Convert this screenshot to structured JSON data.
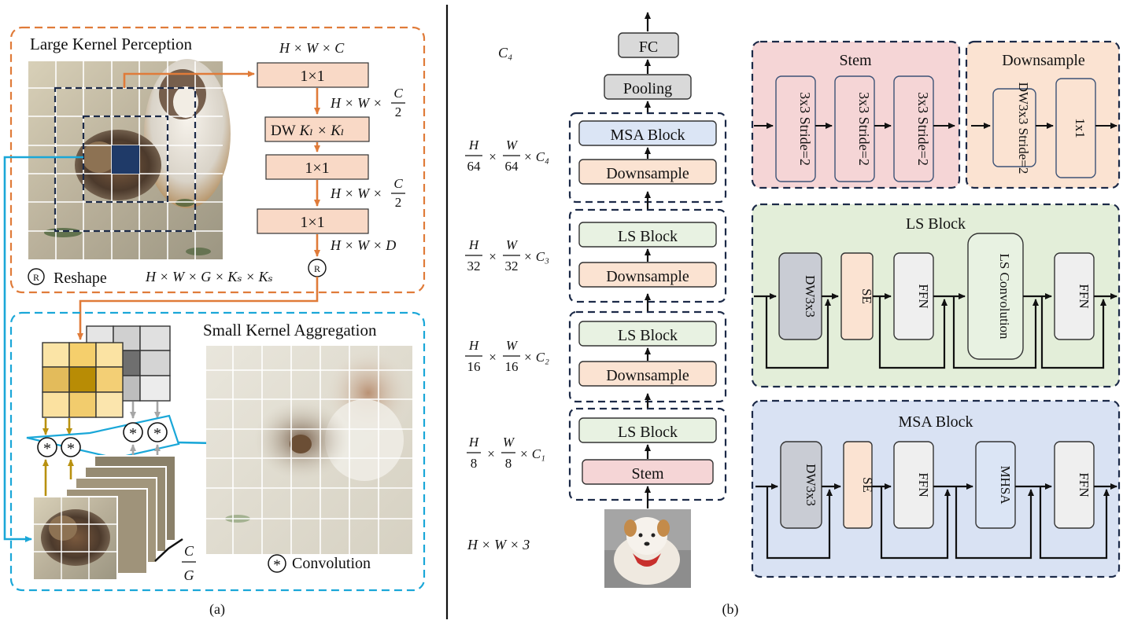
{
  "panel_a": {
    "caption": "(a)",
    "lkp": {
      "title": "Large Kernel Perception",
      "conv1": "1×1",
      "dw_prefix": "DW",
      "dw_kernel": "Kₗ × Kₗ",
      "conv2": "1×1",
      "conv3": "1×1",
      "shape_in": "H × W × C",
      "shape_half_1": "H × W ×",
      "shape_half_2": "H × W ×",
      "frac_num": "C",
      "frac_den": "2",
      "shape_out": "H × W × D",
      "reshape_symbol": "R",
      "reshape_label": "Reshape",
      "reshape_shape": "H × W × G × Kₛ × Kₛ"
    },
    "ska": {
      "title": "Small Kernel Aggregation",
      "conv_symbol": "*",
      "conv_label": "Convolution",
      "group_num": "C",
      "group_den": "G"
    }
  },
  "panel_b": {
    "caption": "(b)",
    "pipeline": {
      "fc": "FC",
      "pooling": "Pooling",
      "msa_block": "MSA Block",
      "downsample": "Downsample",
      "ls_block": "LS Block",
      "stem": "Stem"
    },
    "shapes": {
      "top": "C₄",
      "stage4": {
        "a": "H",
        "b": "64",
        "c": "W",
        "d": "64",
        "ch": "× C₄"
      },
      "stage3": {
        "a": "H",
        "b": "32",
        "c": "W",
        "d": "32",
        "ch": "× C₃"
      },
      "stage2": {
        "a": "H",
        "b": "16",
        "c": "W",
        "d": "16",
        "ch": "× C₂"
      },
      "stage1": {
        "a": "H",
        "b": "8",
        "c": "W",
        "d": "8",
        "ch": "× C₁"
      },
      "input": "H × W × 3",
      "times": "×"
    },
    "stem_detail": {
      "title": "Stem",
      "ops": [
        "3x3 Stride=2",
        "3x3 Stride=2",
        "3x3 Stride=2"
      ]
    },
    "downsample_detail": {
      "title": "Downsample",
      "ops": [
        "DW3x3 Stride=2",
        "1x1"
      ]
    },
    "ls_detail": {
      "title": "LS Block",
      "ops": [
        "DW3x3",
        "SE",
        "FFN",
        "LS Convolution",
        "FFN"
      ]
    },
    "msa_detail": {
      "title": "MSA Block",
      "ops": [
        "DW3x3",
        "SE",
        "FFN",
        "MHSA",
        "FFN"
      ]
    }
  },
  "colors": {
    "orange_border": "#e07b39",
    "cyan_border": "#1aa7d8",
    "navy_border": "#1c2a48",
    "op_peach": "#f9d9c6",
    "stem_pink": "#f5d5d6",
    "down_peach": "#fbe3d2",
    "ls_green": "#e3eed9",
    "msa_blue": "#d9e2f3",
    "gray_box": "#d9d9d9",
    "dark_gray_box": "#c9ccd4",
    "light_gray_box": "#efefef",
    "msa_box_blue": "#dbe5f5",
    "green_box": "#e8f2e2",
    "arrow_orange": "#e07b39",
    "arrow_cyan": "#1aa7d8",
    "arrow_gold": "#b8910f",
    "arrow_gray": "#a6a6a6"
  }
}
